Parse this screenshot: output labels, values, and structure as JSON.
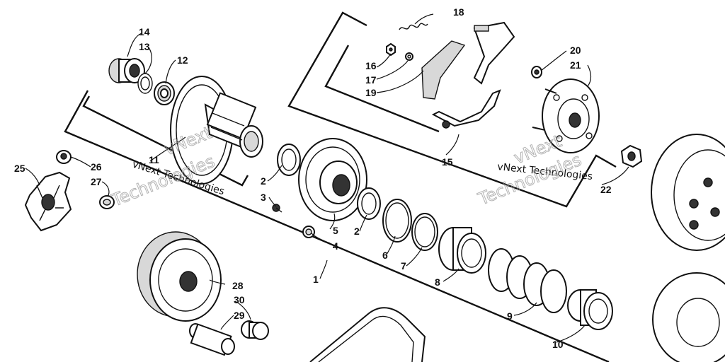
{
  "callouts": {
    "c1": "1",
    "c2a": "2",
    "c2b": "2",
    "c3": "3",
    "c4": "4",
    "c5": "5",
    "c6": "6",
    "c7": "7",
    "c8": "8",
    "c9": "9",
    "c10": "10",
    "c11": "11",
    "c12": "12",
    "c13": "13",
    "c14": "14",
    "c15": "15",
    "c16": "16",
    "c17": "17",
    "c18": "18",
    "c19": "19",
    "c20": "20",
    "c21": "21",
    "c22": "22",
    "c25": "25",
    "c26": "26",
    "c27": "27",
    "c28": "28",
    "c29": "29",
    "c30": "30"
  },
  "watermark": {
    "company": "vNext Technologies",
    "brand_top": "vNext",
    "brand_bottom": "Technologies"
  }
}
